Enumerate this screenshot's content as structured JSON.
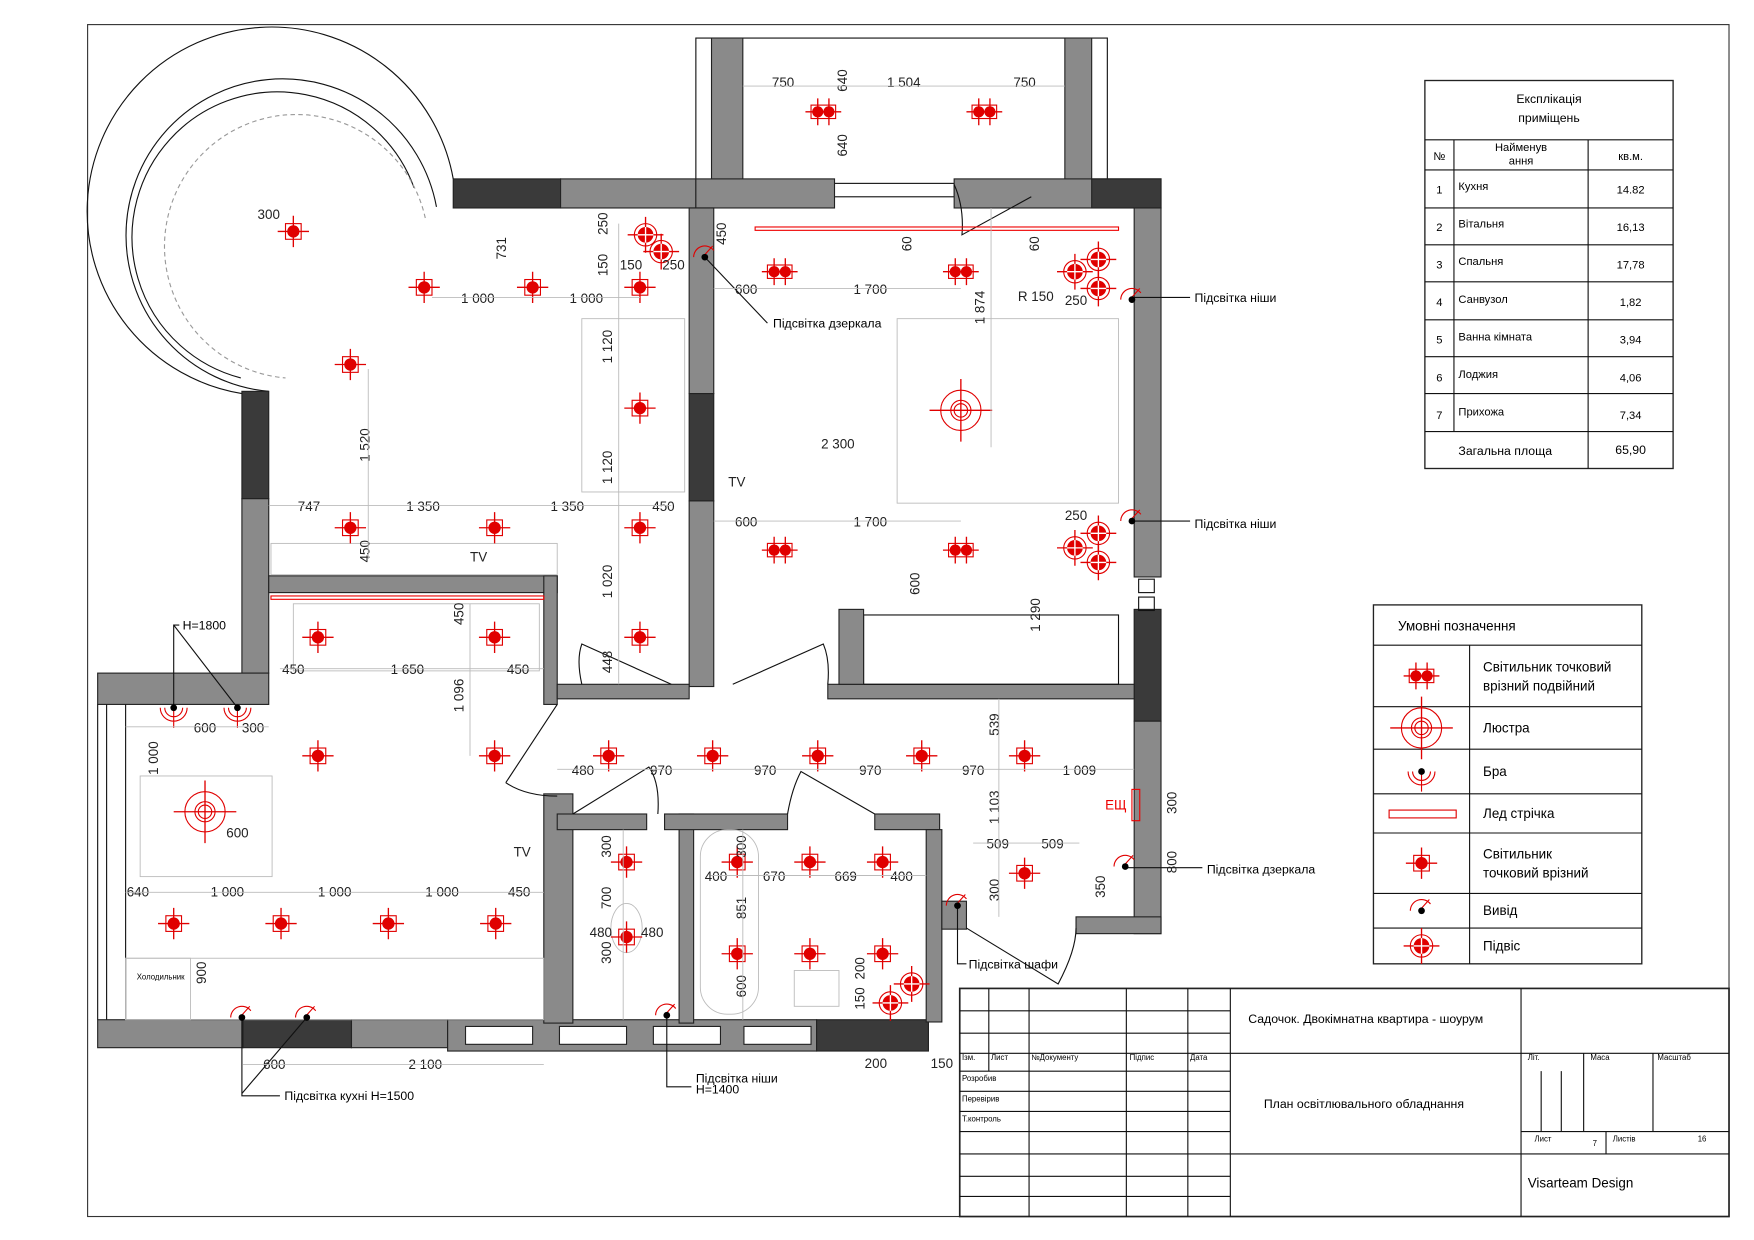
{
  "explication": {
    "title_line1": "Експлікація",
    "title_line2": "приміщень",
    "col_no": "№",
    "col_name_line1": "Найменув",
    "col_name_line2": "ання",
    "col_area": "кв.м.",
    "rows": [
      {
        "no": "1",
        "name": "Кухня",
        "area": "14.82"
      },
      {
        "no": "2",
        "name": "Вітальня",
        "area": "16,13"
      },
      {
        "no": "3",
        "name": "Спальня",
        "area": "17,78"
      },
      {
        "no": "4",
        "name": "Санвузол",
        "area": "1,82"
      },
      {
        "no": "5",
        "name": "Ванна кімната",
        "area": "3,94"
      },
      {
        "no": "6",
        "name": "Лоджия",
        "area": "4,06"
      },
      {
        "no": "7",
        "name": "Прихожа",
        "area": "7,34"
      }
    ],
    "total_label": "Загальна площа",
    "total_value": "65,90"
  },
  "legend": {
    "title": "Умовні позначення",
    "items": [
      {
        "icon": "double-spotlight-icon",
        "line1": "Світильник точковий",
        "line2": "врізний подвійний"
      },
      {
        "icon": "chandelier-icon",
        "line1": "Люстра",
        "line2": ""
      },
      {
        "icon": "sconce-icon",
        "line1": "Бра",
        "line2": ""
      },
      {
        "icon": "led-strip-icon",
        "line1": "Лед стрічка",
        "line2": ""
      },
      {
        "icon": "spotlight-icon",
        "line1": "Світильник",
        "line2": "точковий врізний"
      },
      {
        "icon": "outlet-icon",
        "line1": "Вивід",
        "line2": ""
      },
      {
        "icon": "pendant-icon",
        "line1": "Підвіс",
        "line2": ""
      }
    ]
  },
  "title_block": {
    "project": "Садочок. Двокімнатна квартира - шоурум",
    "sheet_title": "План освітлювального обладнання",
    "company": "Visarteam Design",
    "headers": [
      "Ізм.",
      "Лист",
      "№Документу",
      "Підпис",
      "Дата"
    ],
    "roles": [
      "Розробив",
      "Перевірив",
      "Т.контроль"
    ],
    "lit": "Літ.",
    "mass": "Маса",
    "scale": "Масштаб",
    "sheet_label": "Лист",
    "sheet_no": "7",
    "sheets_label": "Листів",
    "sheets_total": "16"
  },
  "plan": {
    "labels": {
      "niche_light_1": "Підсвітка ніши",
      "niche_light_2": "Підсвітка ніши",
      "mirror_light_1": "Підсвітка дзеркала",
      "mirror_light_2": "Підсвітка дзеркала",
      "wardrobe_light": "Підсвітка шафи",
      "niche_light_h_line1": "Підсвітка ніши",
      "niche_light_h_line2": "H=1400",
      "kitchen_light": "Підсвітка кухні H=1500",
      "sconce_height": "H=1800",
      "tv_living": "TV",
      "tv_bedroom": "TV",
      "tv_kitchen": "TV",
      "radius": "R 150",
      "panel": "ЕЩ",
      "fridge": "Холодильник"
    },
    "dimensions": [
      "750",
      "640",
      "1 504",
      "750",
      "640",
      "300",
      "731",
      "250",
      "150",
      "150",
      "250",
      "1 000",
      "1 000",
      "1 120",
      "1 520",
      "1 120",
      "747",
      "1 350",
      "1 350",
      "450",
      "450",
      "1 020",
      "448",
      "450",
      "450",
      "1 650",
      "450",
      "1 096",
      "600",
      "300",
      "1 000",
      "600",
      "640",
      "1 000",
      "1 000",
      "1 000",
      "450",
      "900",
      "600",
      "2 100",
      "480",
      "970",
      "970",
      "970",
      "970",
      "1 009",
      "539",
      "1 103",
      "300",
      "700",
      "480",
      "480",
      "300",
      "300",
      "400",
      "670",
      "669",
      "400",
      "851",
      "600",
      "200",
      "150",
      "200",
      "150",
      "509",
      "509",
      "300",
      "350",
      "300",
      "800",
      "450",
      "60",
      "60",
      "600",
      "1 700",
      "250",
      "1 874",
      "2 300",
      "600",
      "1 700",
      "250",
      "600",
      "1 290"
    ]
  },
  "colors": {
    "fixture": "#e00000",
    "wall": "#8a8a8a",
    "wall_dark": "#3a3a3a"
  }
}
